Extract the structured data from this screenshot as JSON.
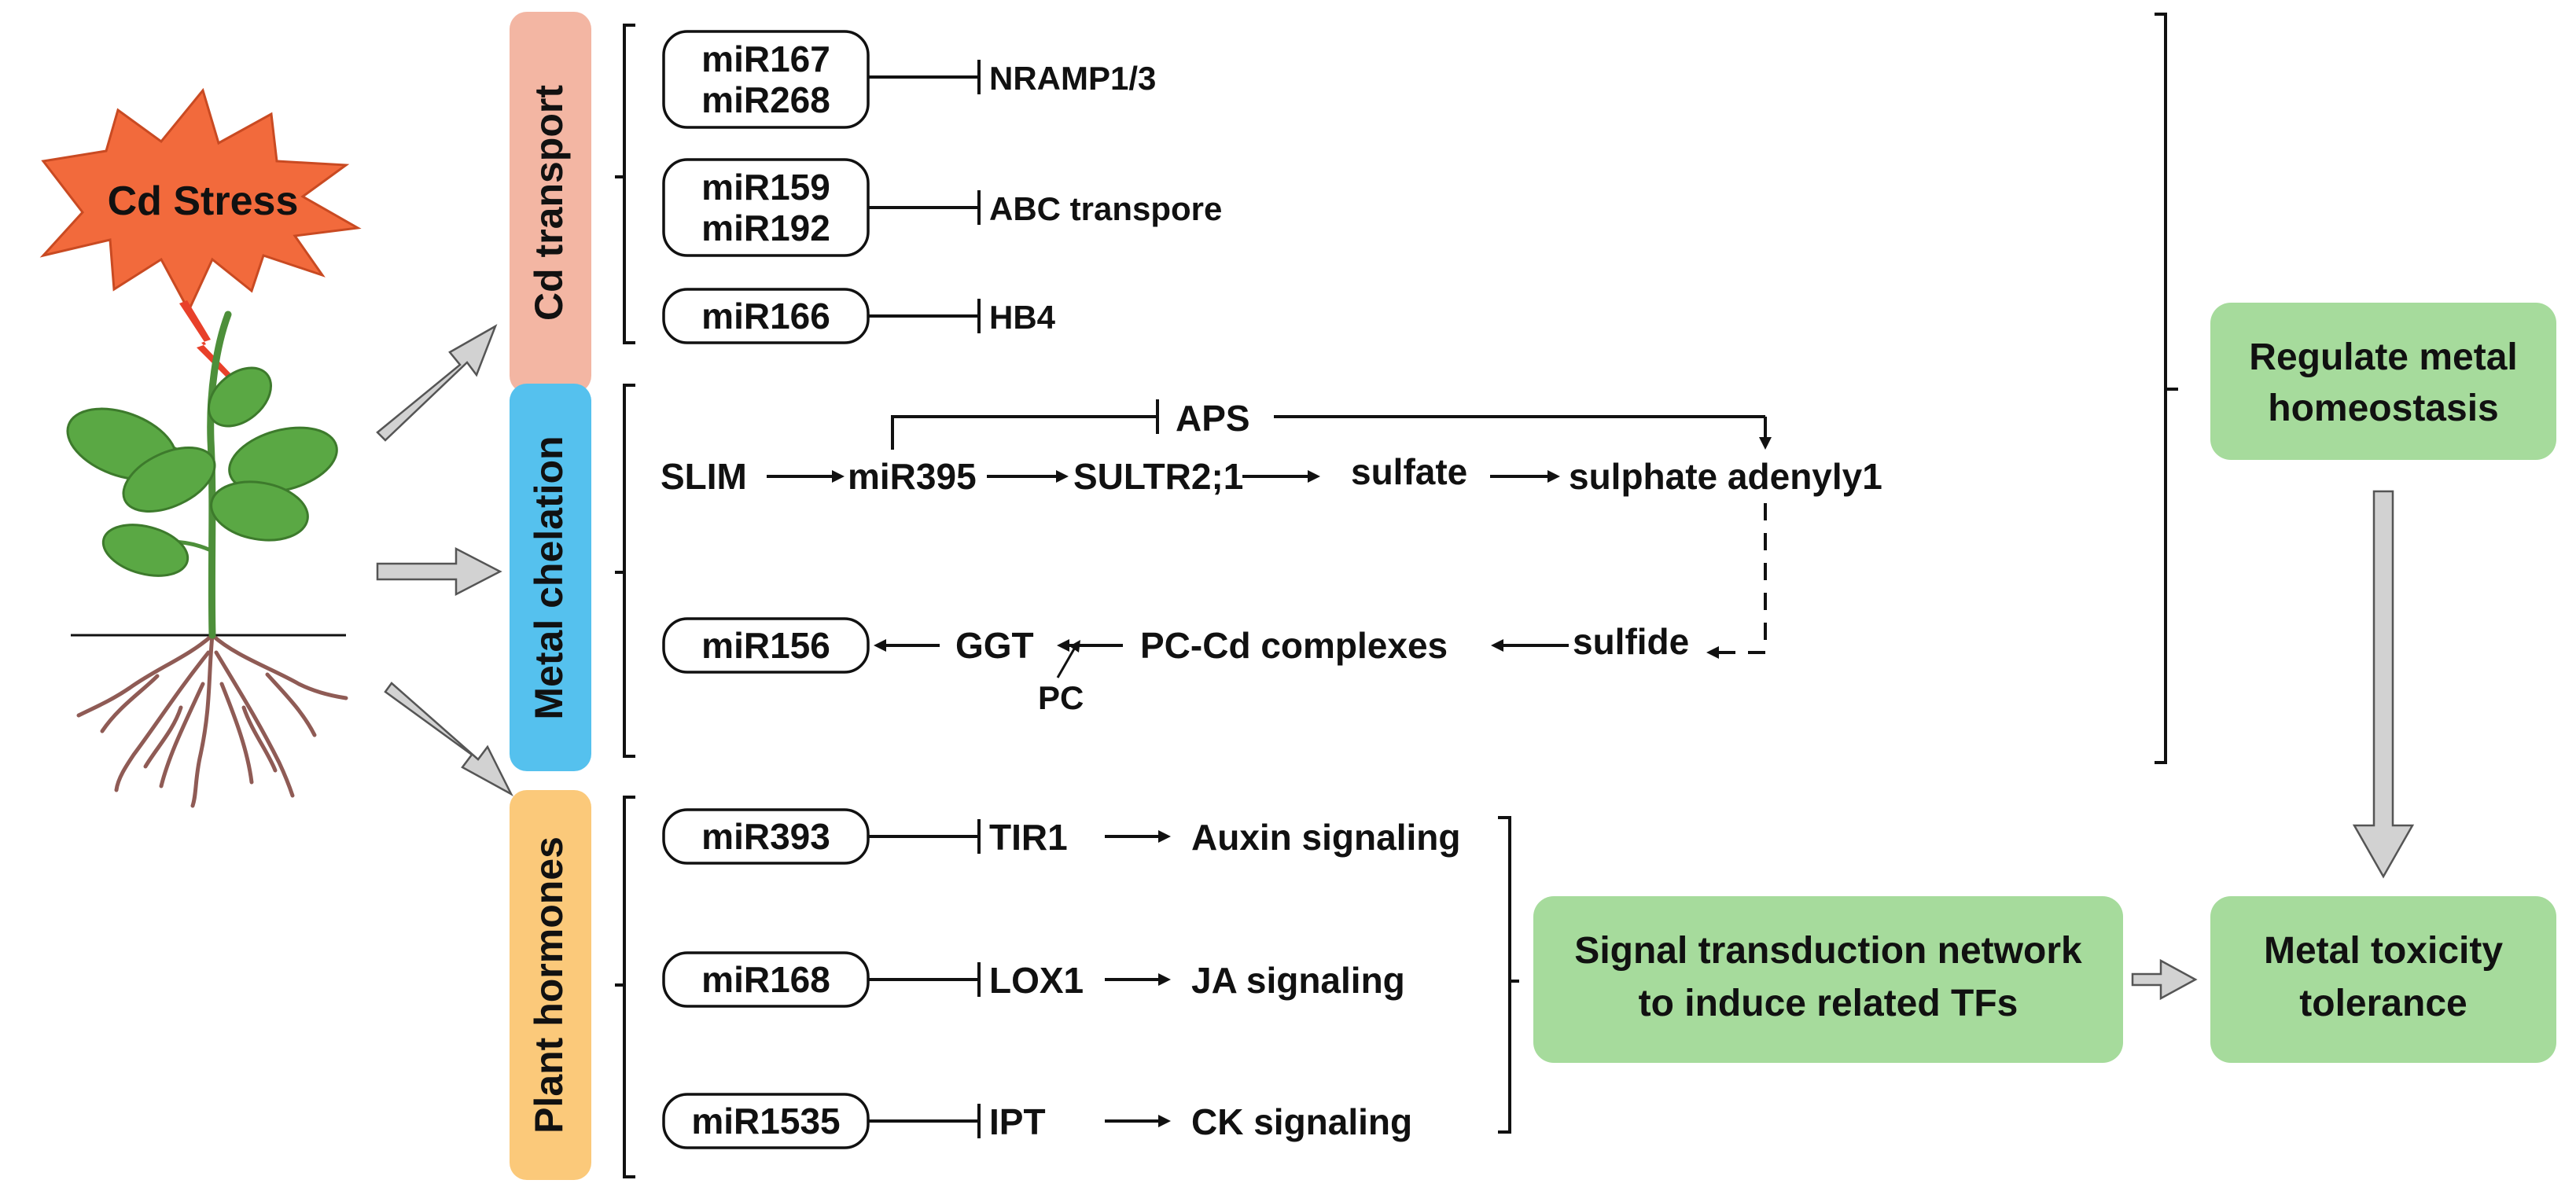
{
  "colors": {
    "cd_stress_fill": "#f26a3c",
    "cd_stress_stroke": "#c94a22",
    "cd_transport": "#f3b6a3",
    "metal_chelation": "#55c1ee",
    "plant_hormones": "#fbc97a",
    "result_box": "#a6db9c",
    "leaf": "#5aa844",
    "stem": "#4d8f3a",
    "root": "#8f5b55",
    "lightning": "#e8402a",
    "hollow_arrow": "#d2d2d2"
  },
  "icons": [
    "starburst-icon",
    "plant-icon",
    "lightning-icon",
    "hollow-arrow-icon"
  ],
  "stress": {
    "label": "Cd Stress"
  },
  "categories": {
    "cd_transport": "Cd  transport",
    "metal_chelation": "Metal  chelation",
    "plant_hormones": "Plant  hormones"
  },
  "cd_transport": {
    "mir_a1": "miR167",
    "mir_a2": "miR268",
    "target_a": "NRAMP1/3",
    "mir_b1": "miR159",
    "mir_b2": "miR192",
    "target_b": "ABC transpore",
    "mir_c": "miR166",
    "target_c": "HB4"
  },
  "chelation": {
    "aps": "APS",
    "slim": "SLIM",
    "mir395": "miR395",
    "sultr": "SULTR2;1",
    "sulfate": "sulfate",
    "sulphate": "sulphate adenyly1",
    "sulfide": "sulfide",
    "pc_cd": "PC-Cd complexes",
    "ggt": "GGT",
    "pc": "PC",
    "mir156": "miR156"
  },
  "hormones": {
    "mir393": "miR393",
    "tir1": "TIR1",
    "auxin": "Auxin signaling",
    "mir168": "miR168",
    "lox1": "LOX1",
    "ja": "JA signaling",
    "mir1535": "miR1535",
    "ipt": "IPT",
    "ck": "CK signaling"
  },
  "outcomes": {
    "regulate_l1": "Regulate metal",
    "regulate_l2": "homeostasis",
    "signal_l1": "Signal transduction network",
    "signal_l2": "to induce related TFs",
    "tolerance_l1": "Metal toxicity",
    "tolerance_l2": "tolerance"
  }
}
